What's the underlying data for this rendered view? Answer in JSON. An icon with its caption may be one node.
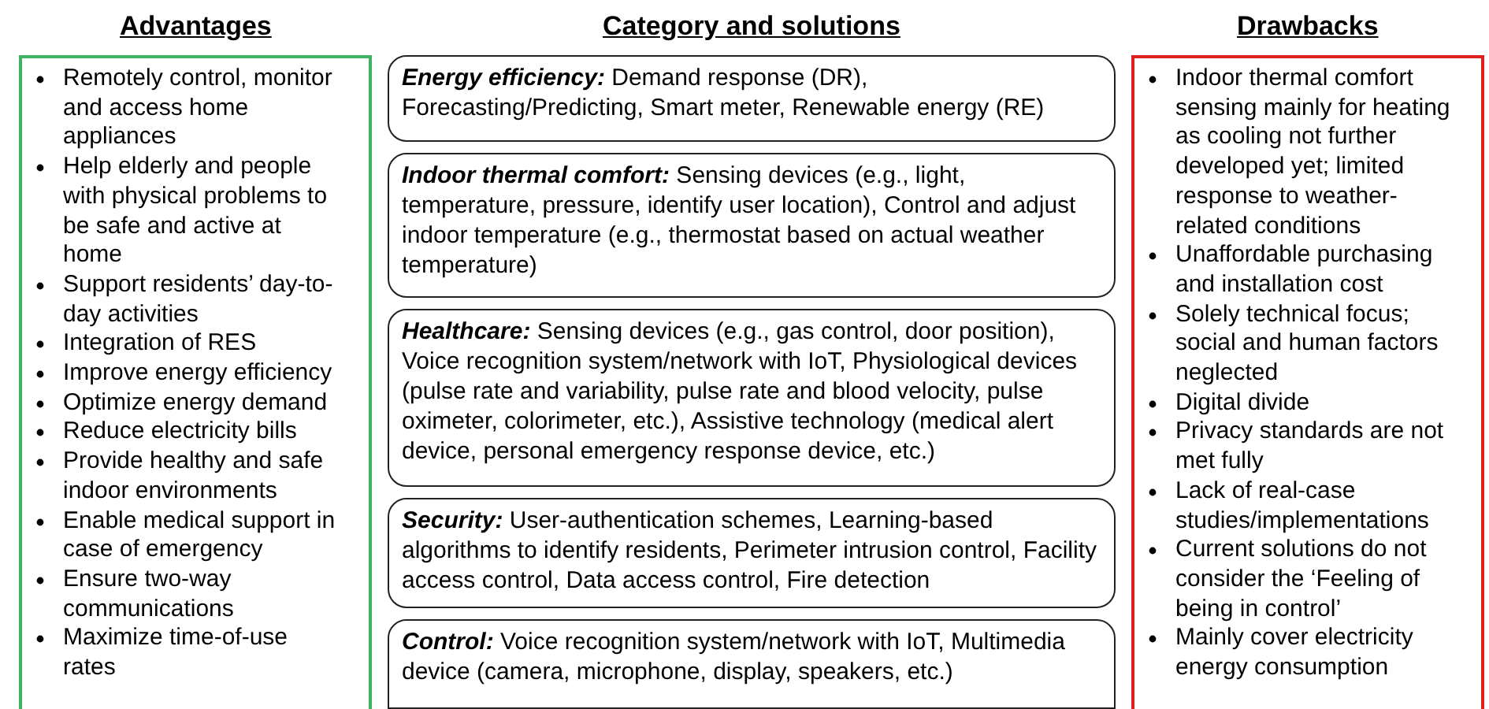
{
  "diagram": {
    "nodes": [
      {
        "text": [
          "Advantages",
          "Remotely control, monitor and access home appliances",
          "Help elderly and people with physical problems to be safe and active at home",
          "Support residents’ day-to-day activities",
          "Integration of RES",
          "Improve energy efficiency",
          "Optimize energy demand",
          "Reduce electricity bills",
          "Provide healthy and safe indoor environments",
          "Enable medical support in case of emergency",
          "Ensure two-way communications",
          "Maximize time-of-use rates"
        ]
      },
      {
        "text": [
          "Energy efficiency:",
          "Demand response (DR), Forecasting/Predicting, Smart meter, Renewable energy (RE)"
        ]
      },
      {
        "text": [
          "Indoor thermal comfort:",
          "Sensing devices (e.g., light, temperature, pressure, identify user location), Control and adjust indoor temperature (e.g., thermostat based on actual weather temperature)"
        ]
      },
      {
        "text": [
          "Healthcare:",
          "Sensing devices (e.g., gas control, door position), Voice recognition system/network with IoT, Physiological devices (pulse rate and variability, pulse rate and blood velocity, pulse oximeter, colorimeter, etc.), Assistive technology (medical alert device, personal emergency response device, etc.)"
        ]
      },
      {
        "text": [
          "Security:",
          "User-authentication schemes, Learning-based algorithms to identify residents, Perimeter intrusion control, Facility access control, Data access control, Fire detection"
        ]
      },
      {
        "text": [
          "Control:",
          "Voice recognition system/network with IoT, Multimedia device (camera, microphone, display, speakers, etc.)"
        ]
      },
      {
        "text": [
          "Drawbacks",
          "Indoor thermal comfort sensing mainly for heating as cooling not further developed yet; limited response to weather-related conditions",
          "Unaffordable purchasing and installation cost",
          "Solely technical focus; social and human factors neglected",
          "Digital divide",
          "Privacy standards are not met fully",
          "Lack of real-case studies/implementations",
          "Current solutions do not consider the ‘Feeling of being in control’",
          "Mainly cover electricity energy consumption"
        ]
      }
    ],
    "edges": [],
    "labels": [
      "Category and solutions"
    ]
  }
}
